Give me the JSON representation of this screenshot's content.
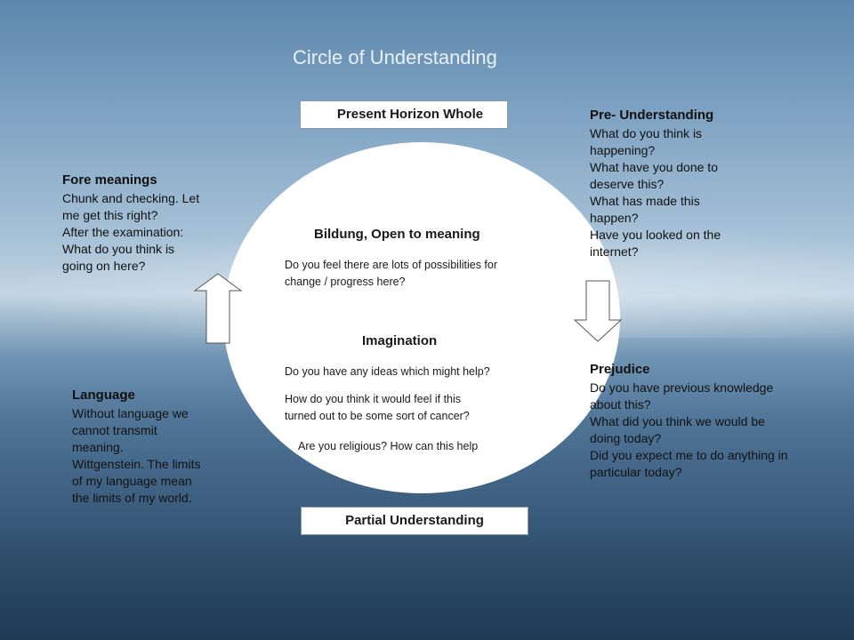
{
  "title": "Circle of Understanding",
  "top_box": "Present Horizon Whole",
  "bottom_box": "Partial Understanding",
  "center": {
    "bildung_heading": "Bildung, Open to meaning",
    "bildung_question_lines": [
      "Do you feel there are lots of possibilities for",
      "change / progress here?"
    ],
    "imagination_heading": "Imagination",
    "imagination_q1": "Do you have any ideas which might help?",
    "imagination_q2_lines": [
      "How do you think it would feel if this",
      "turned out to be some sort of cancer?"
    ],
    "imagination_q3": "Are you religious? How can this help"
  },
  "fore_meanings": {
    "heading": "Fore meanings",
    "lines": [
      "Chunk and checking. Let",
      "me get this right?",
      "After the examination:",
      "What do you think is",
      "going on here?"
    ]
  },
  "pre_understanding": {
    "heading": "Pre- Understanding",
    "lines": [
      "What do you think is",
      "happening?",
      "What have you done to",
      "deserve this?",
      "What has made this",
      "happen?",
      "Have you looked on the",
      "internet?"
    ]
  },
  "prejudice": {
    "heading": "Prejudice",
    "lines": [
      "Do you have previous knowledge",
      "about this?",
      "What did you think we would be",
      "doing today?",
      "Did you expect me to do anything in",
      "particular today?"
    ]
  },
  "language": {
    "heading": "Language",
    "lines": [
      "Without language we",
      "cannot transmit",
      "meaning.",
      "Wittgenstein. The limits",
      "of my language mean",
      "the limits of my world."
    ]
  }
}
